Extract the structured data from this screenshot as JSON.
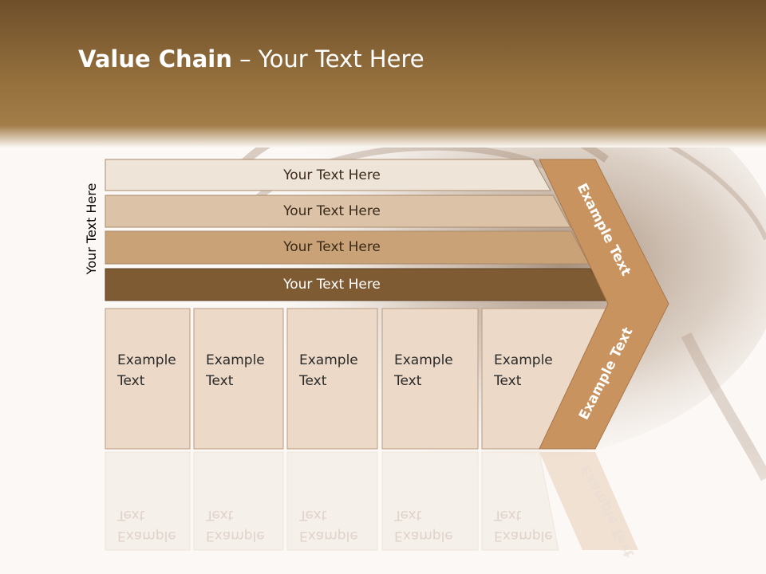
{
  "slide": {
    "title_bold": "Value Chain",
    "title_rest": " – Your Text Here",
    "side_label": "Your Text Here"
  },
  "bars": [
    {
      "label": "Your Text Here",
      "color": "#efe4d8"
    },
    {
      "label": "Your Text Here",
      "color": "#dcc3a7"
    },
    {
      "label": "Your Text Here",
      "color": "#c9a277"
    },
    {
      "label": "Your Text Here",
      "color": "#7f5b33"
    }
  ],
  "boxes": [
    {
      "label": "Example\nText"
    },
    {
      "label": "Example\nText"
    },
    {
      "label": "Example\nText"
    },
    {
      "label": "Example\nText"
    },
    {
      "label": "Example\nText"
    }
  ],
  "chevron": {
    "top_label": "Example Text",
    "bottom_label": "Example Text",
    "color": "#c9935f"
  },
  "colors": {
    "header": "#8a6535",
    "box_fill": "#ecd9c7",
    "box_border": "#b89c82"
  }
}
